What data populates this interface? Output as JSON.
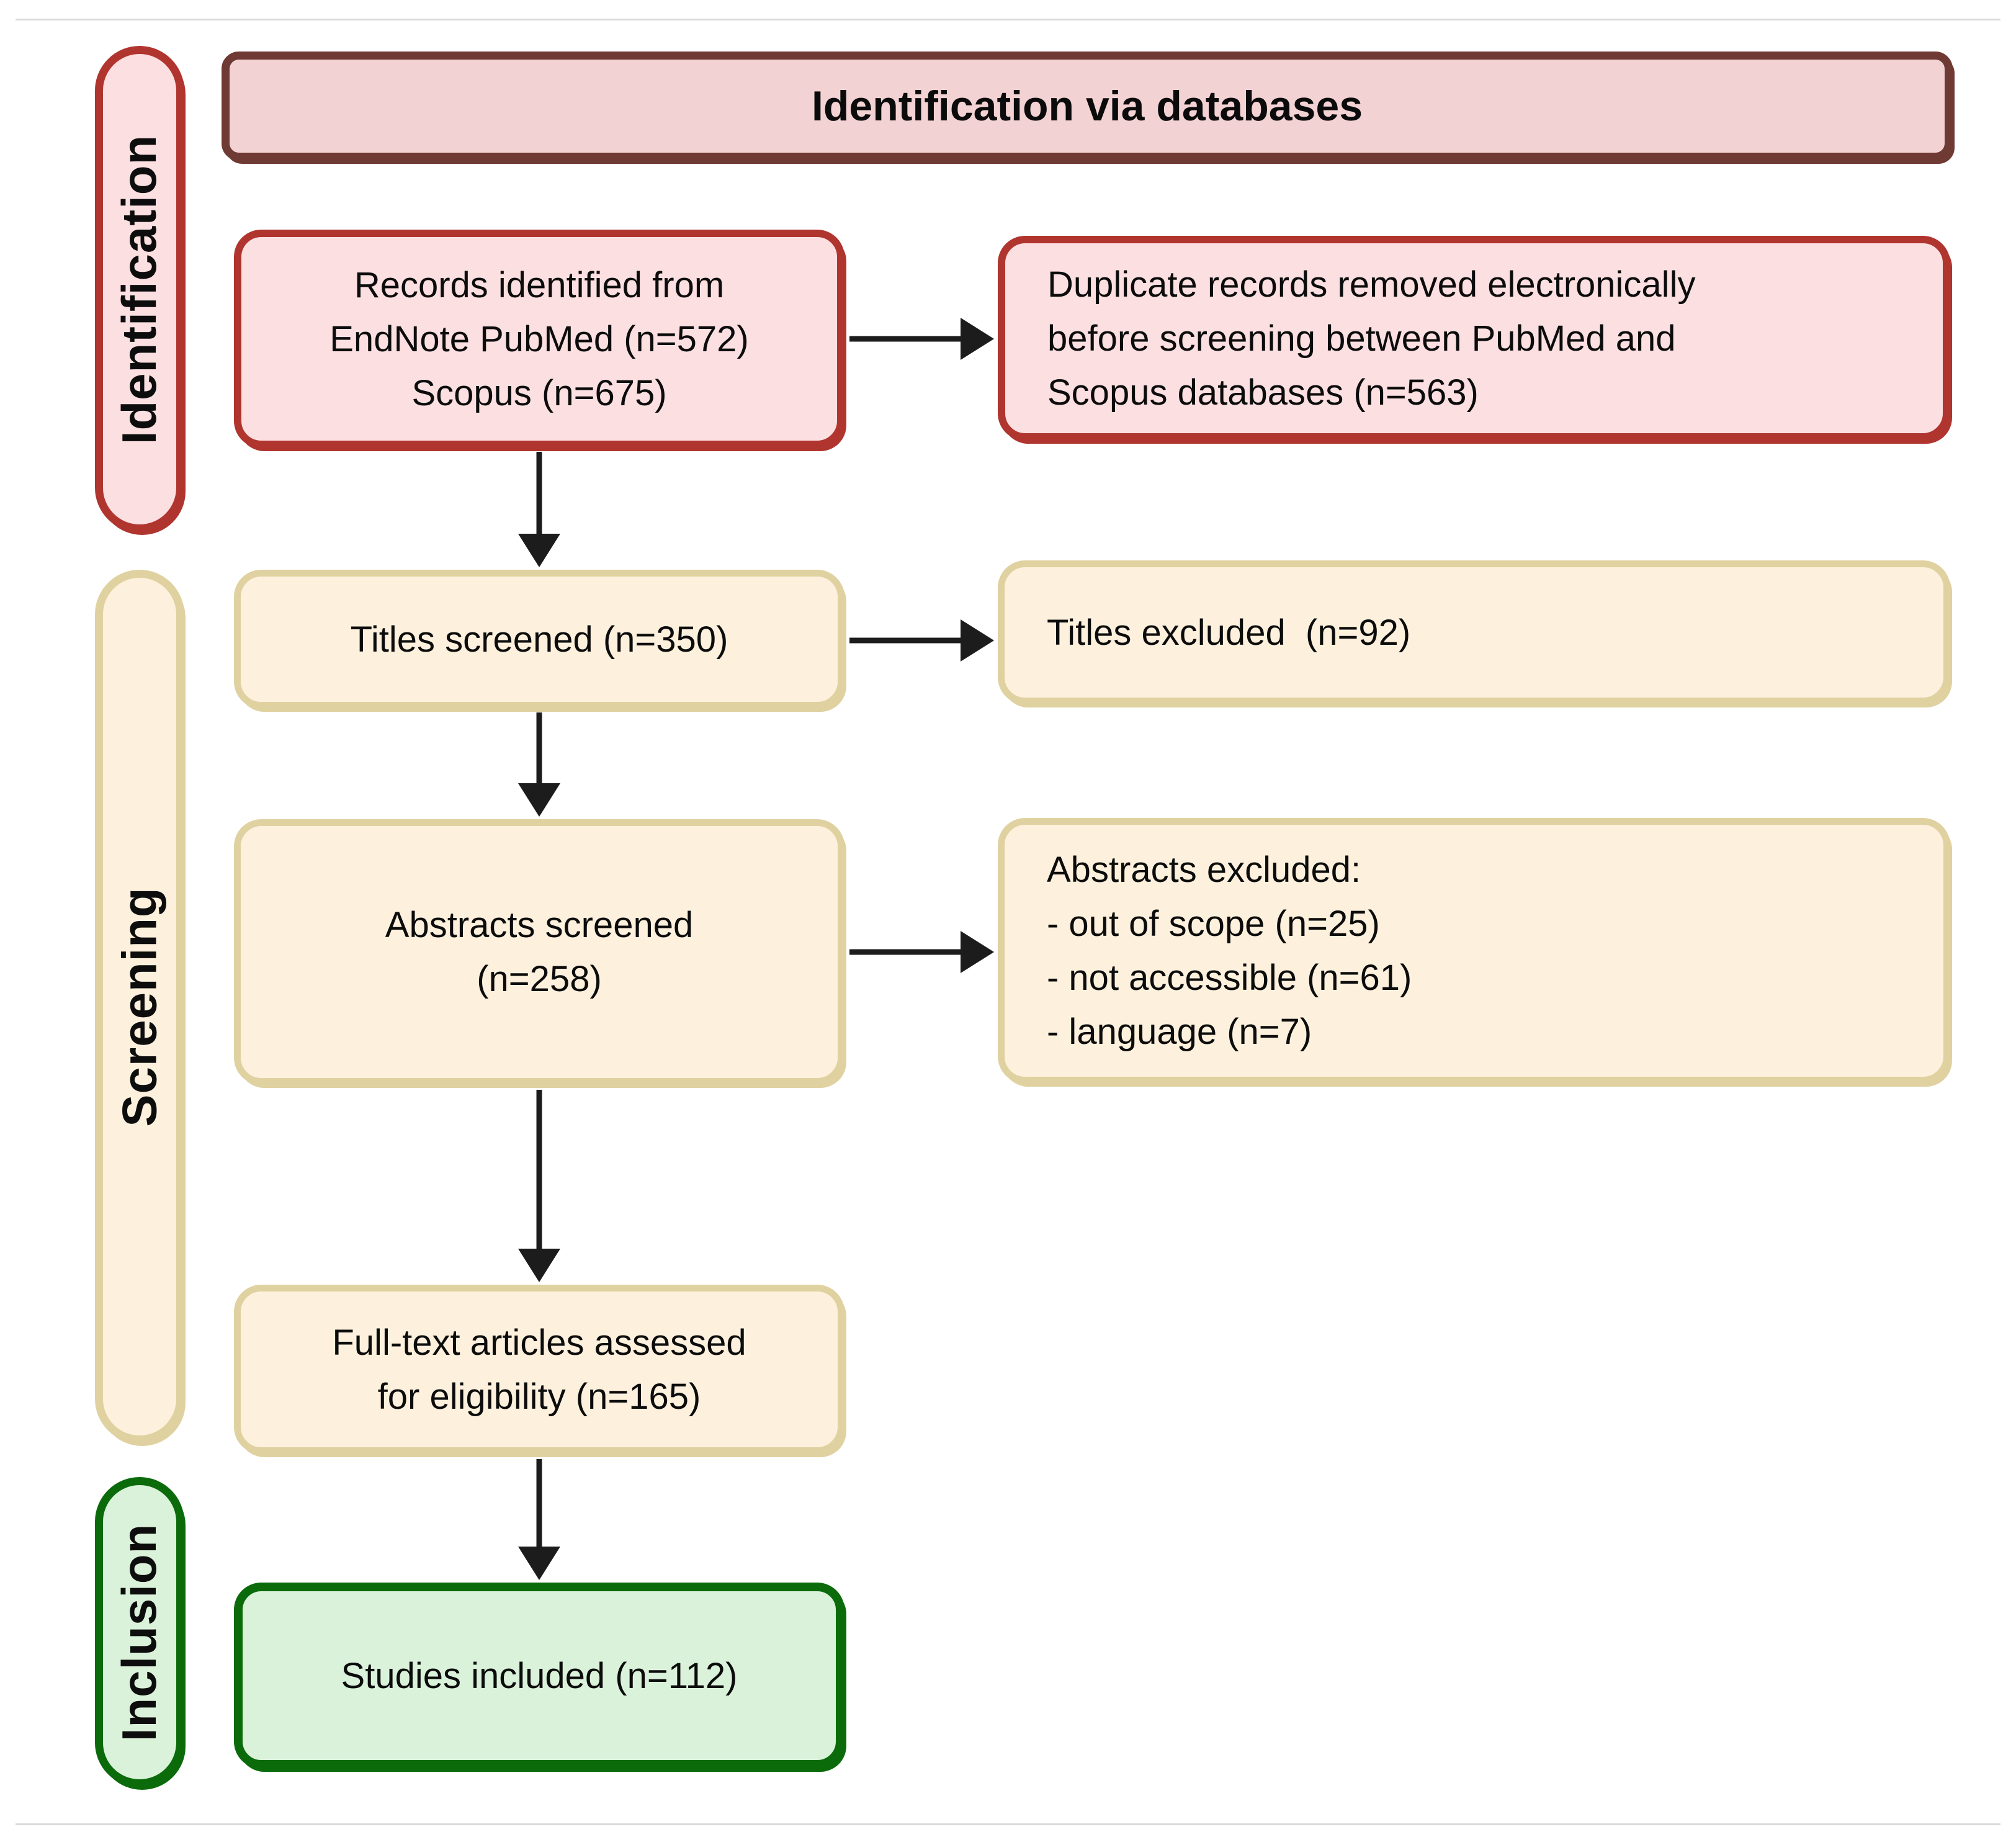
{
  "title_bar": {
    "label": "Identification via databases"
  },
  "sidebar": {
    "identification": "Identification",
    "screening": "Screening",
    "inclusion": "Inclusion"
  },
  "boxes": {
    "records_identified": "Records identified from\nEndNote PubMed (n=572)\nScopus (n=675)",
    "duplicates_removed": "Duplicate records removed electronically\nbefore screening between PubMed and\nScopus databases (n=563)",
    "titles_screened": "Titles screened (n=350)",
    "titles_excluded": "Titles excluded  (n=92)",
    "abstracts_screened": "Abstracts screened\n(n=258)",
    "abstracts_excluded": "Abstracts excluded:\n- out of scope (n=25)\n- not accessible (n=61)\n- language (n=7)",
    "fulltext_assessed": "Full-text articles assessed\nfor eligibility (n=165)",
    "studies_included": "Studies included (n=112)"
  },
  "colors": {
    "pink_fill": "#fcdfe1",
    "pink_border": "#b0352f",
    "title_fill": "#f3d2d4",
    "title_border": "#6f3a33",
    "cream_fill": "#fdf1dd",
    "cream_border": "#e0d1a0",
    "green_fill": "#daf2da",
    "green_border": "#0b6b0b",
    "arrow": "#1c1c1c"
  }
}
